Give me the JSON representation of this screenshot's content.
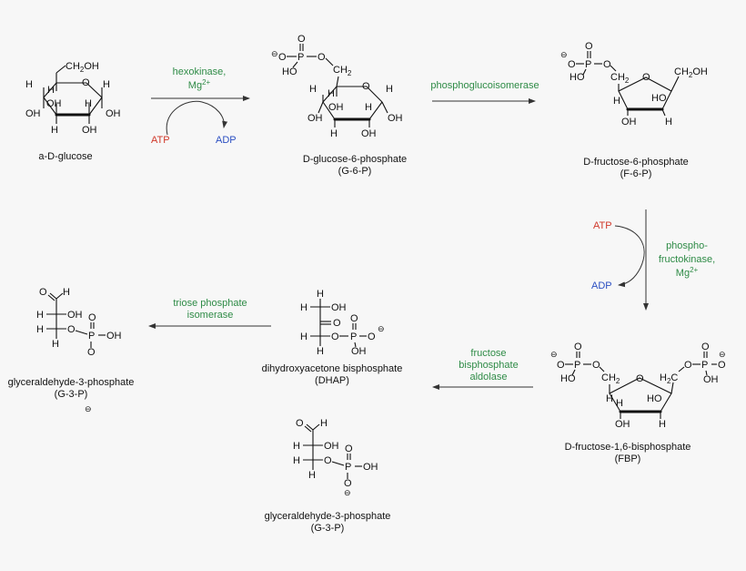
{
  "molecules": {
    "glucose": "a-D-glucose",
    "g6p": [
      "D-glucose-6-phosphate",
      "(G-6-P)"
    ],
    "f6p": [
      "D-fructose-6-phosphate",
      "(F-6-P)"
    ],
    "fbp": [
      "D-fructose-1,6-bisphosphate",
      "(FBP)"
    ],
    "dhap": [
      "dihydroxyacetone bisphosphate",
      "(DHAP)"
    ],
    "g3p_left": [
      "glyceraldehyde-3-phosphate",
      "(G-3-P)"
    ],
    "g3p_bottom": [
      "glyceraldehyde-3-phosphate",
      "(G-3-P)"
    ]
  },
  "enzymes": {
    "hexokinase": [
      "hexokinase,",
      "Mg",
      "2+"
    ],
    "isomerase": "phosphoglucoisomerase",
    "pfk": [
      "phospho-",
      "fructokinase,",
      "Mg",
      "2+"
    ],
    "aldolase": [
      "fructose",
      "bisphosphate",
      "aldolase"
    ],
    "tpi": [
      "triose phosphate",
      "isomerase"
    ]
  },
  "cofactors": {
    "atp1": "ATP",
    "adp1": "ADP",
    "atp2": "ATP",
    "adp2": "ADP"
  },
  "atoms": {
    "H": "H",
    "OH": "OH",
    "HO": "HO",
    "O": "O",
    "P": "P",
    "CH2OH_a": "CH",
    "CH2OH_sub": "2",
    "CH2OH_b": "OH",
    "CH2": "CH",
    "CH2_sub": "2",
    "H2C_a": "H",
    "H2C_sub": "2",
    "H2C_b": "C",
    "minus": "⊖"
  },
  "colors": {
    "enzyme": "#2e8b46",
    "atp": "#d0382a",
    "adp": "#2b4fc2",
    "background": "#f7f7f7"
  }
}
